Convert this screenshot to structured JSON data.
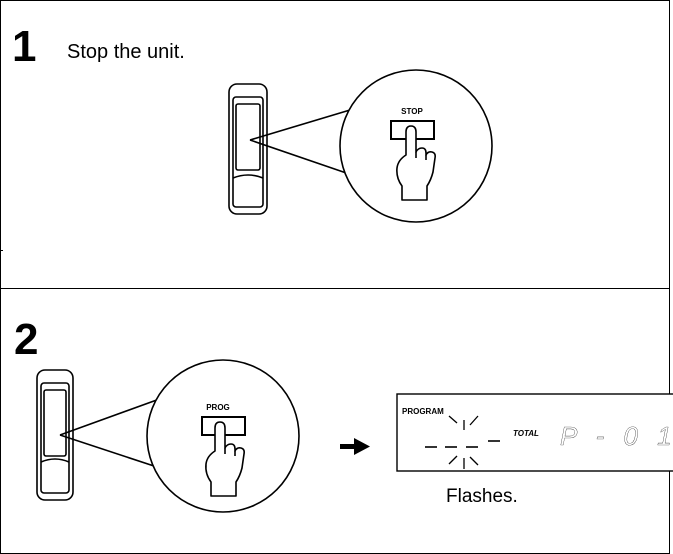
{
  "steps": [
    {
      "number": "1",
      "instruction": "Stop the unit.",
      "button_label": "STOP"
    },
    {
      "number": "2",
      "instruction": "",
      "button_label": "PROG"
    }
  ],
  "display": {
    "program_label": "PROGRAM",
    "total_label": "TOTAL",
    "readout": "P - 0 1",
    "note": "Flashes."
  },
  "colors": {
    "line": "#000000",
    "background": "#ffffff"
  },
  "icons": [
    "remote-control-icon",
    "magnifier-circle-icon",
    "pressing-hand-icon",
    "right-arrow-icon",
    "lcd-display-icon",
    "flash-rays-icon"
  ]
}
